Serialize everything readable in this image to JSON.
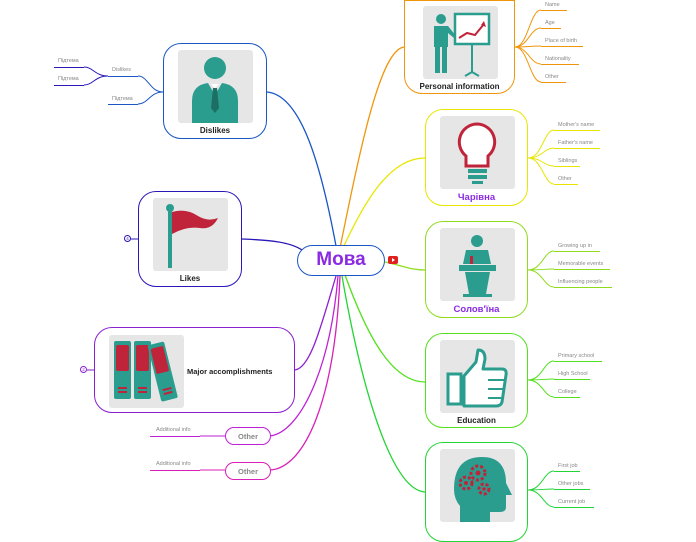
{
  "central": {
    "title": "Мова"
  },
  "colors": {
    "personal": "#f0960c",
    "charivna": "#e8e600",
    "solovina": "#8fdc1e",
    "education": "#52e01c",
    "career": "#23d437",
    "dislikes": "#1a56c4",
    "likes": "#2a17b8",
    "major": "#8b1fd0",
    "other1": "#c020d8",
    "other2": "#d820b8",
    "teal": "#2a9d8f",
    "red": "#c0243a"
  },
  "personal": {
    "label": "Personal information",
    "subs": [
      "Name",
      "Age",
      "Place of birth",
      "Nationality",
      "Other"
    ]
  },
  "charivna": {
    "label": "Чарівна",
    "subs": [
      "Mother's name",
      "Father's name",
      "Siblings",
      "Other"
    ]
  },
  "solovina": {
    "label": "Солов'їна",
    "subs": [
      "Growing up in",
      "Memorable events",
      "Influencing people"
    ]
  },
  "education": {
    "label": "Education",
    "subs": [
      "Primary school",
      "High School",
      "College"
    ]
  },
  "career": {
    "subs": [
      "First job",
      "Other jobs",
      "Current job"
    ]
  },
  "dislikes": {
    "label": "Dislikes",
    "subs": [
      "Dislikes",
      "Підтема",
      "Підтема",
      "Підтема"
    ]
  },
  "likes": {
    "label": "Likes",
    "collapsed_count": "4"
  },
  "major": {
    "label": "Major accomplishments",
    "collapsed_count": "2"
  },
  "other1": {
    "label": "Other",
    "sub": "Additional info"
  },
  "other2": {
    "label": "Other",
    "sub": "Additional info"
  }
}
